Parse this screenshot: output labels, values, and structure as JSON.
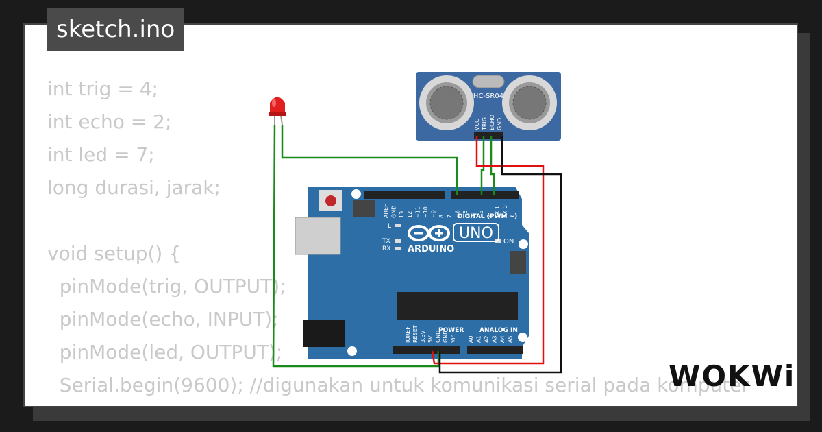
{
  "title": "sketch.ino",
  "code_lines": [
    "int trig = 4;",
    "int echo = 2;",
    "int led = 7;",
    "long durasi, jarak;",
    "",
    "void setup() {",
    "  pinMode(trig, OUTPUT);",
    "  pinMode(echo, INPUT);",
    "  pinMode(led, OUTPUT);",
    "  Serial.begin(9600); //digunakan untuk komunikasi serial pada komputer",
    "}"
  ],
  "sensor": {
    "model": "HC-SR04",
    "pins": [
      "VCC",
      "TRIG",
      "ECHO",
      "GND"
    ]
  },
  "board": {
    "brand": "ARDUINO",
    "model": "UNO",
    "digital_label": "DIGITAL (PWM ~)",
    "power_label": "POWER",
    "analog_label": "ANALOG IN",
    "on_label": "ON",
    "led_labels": [
      "L",
      "TX",
      "RX"
    ],
    "digital_pins": [
      "AREF",
      "GND",
      "13",
      "12",
      "~11",
      "~10",
      "~9",
      "8",
      "7",
      "~6",
      "~5",
      "4",
      "~3",
      "2",
      "TX 1",
      "RX 0"
    ],
    "power_pins": [
      "IOREF",
      "RESET",
      "3.3V",
      "5V",
      "GND",
      "GND",
      "Vin"
    ],
    "analog_pins": [
      "A0",
      "A1",
      "A2",
      "A3",
      "A4",
      "A5"
    ]
  },
  "logo": "WOKWi",
  "colors": {
    "board": "#2e6ea6",
    "wire_green": "#1a8a1a",
    "wire_red": "#e01010",
    "wire_black": "#111111",
    "led": "#e02020",
    "sensor_board": "#3d69a3"
  }
}
